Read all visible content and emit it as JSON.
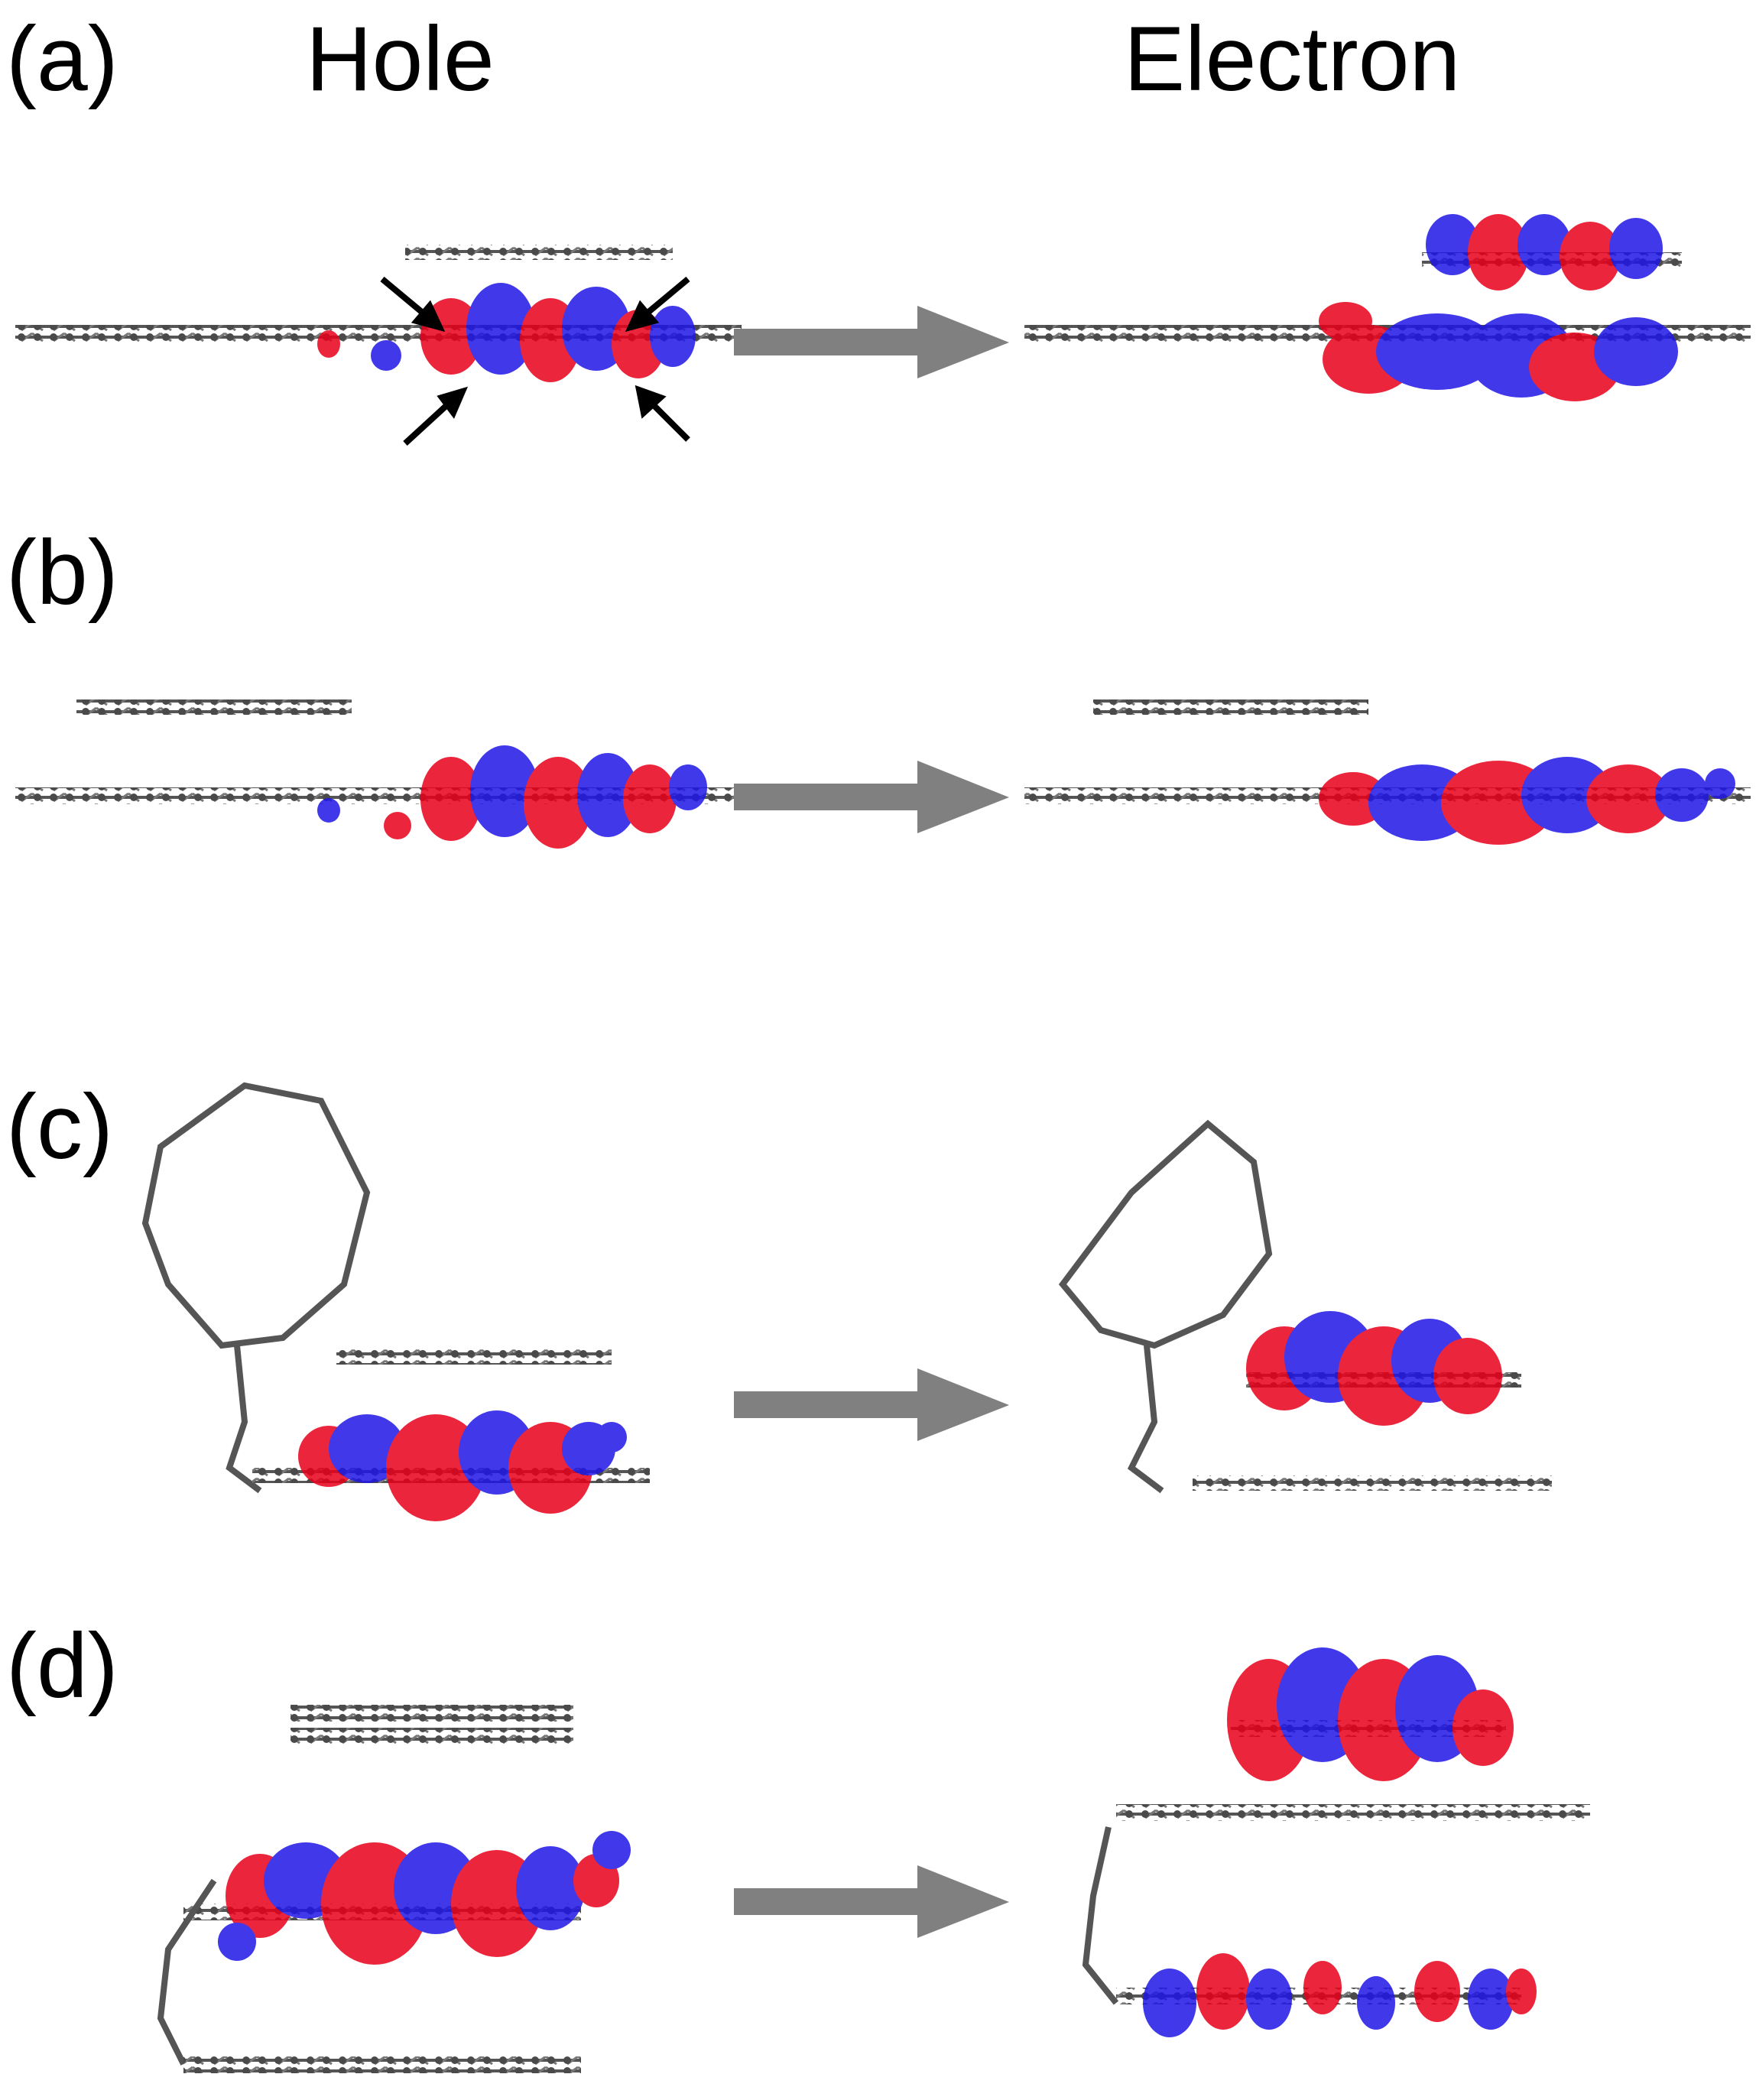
{
  "headers": {
    "hole": "Hole",
    "electron": "Electron"
  },
  "panels": [
    {
      "label": "(a)",
      "hole_density": "partial-lower-stack",
      "electron_density": "both-layers"
    },
    {
      "label": "(b)",
      "hole_density": "lower-layer",
      "electron_density": "lower-layer"
    },
    {
      "label": "(c)",
      "hole_density": "lower-layer",
      "electron_density": "upper-stack"
    },
    {
      "label": "(d)",
      "hole_density": "middle-layer",
      "electron_density": "top-and-bottom-layers"
    }
  ],
  "colors": {
    "positive_lobe": "#e8001a",
    "negative_lobe": "#1f16e6",
    "bond": "#555555",
    "arrow": "#808080"
  },
  "icons": {
    "transition_arrow": "right-arrow-icon",
    "pointer_arrow": "black-pointer-arrow-icon"
  }
}
